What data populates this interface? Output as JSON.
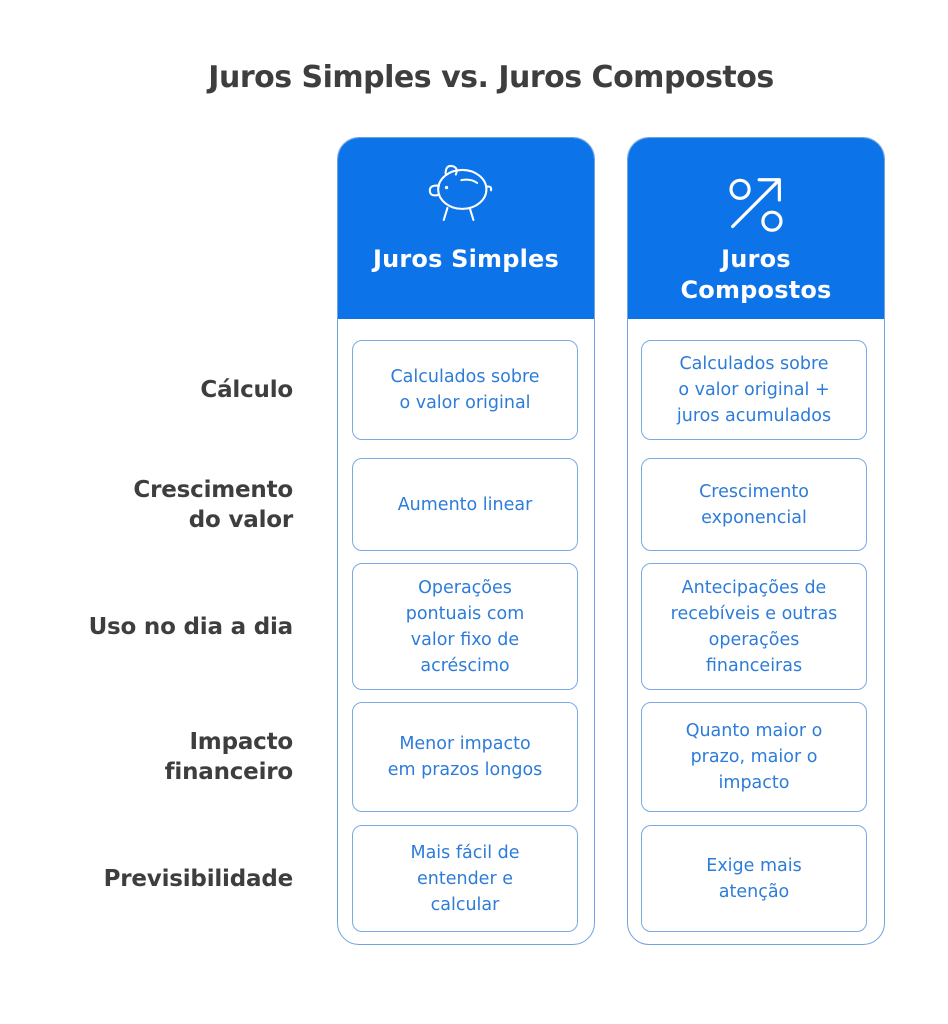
{
  "title": "Juros Simples vs. Juros Compostos",
  "colors": {
    "header_blue": "#0d73e9",
    "column_border_blue": "#6fa3e0",
    "cell_border_blue": "#79aae4",
    "cell_text_blue": "#2d7cd9",
    "heading_dark": "#3e3e3e",
    "background": "#ffffff"
  },
  "rows": [
    {
      "label": "Cálculo"
    },
    {
      "label": "Crescimento\ndo valor"
    },
    {
      "label": "Uso no dia a dia"
    },
    {
      "label": "Impacto\nfinanceiro"
    },
    {
      "label": "Previsibilidade"
    }
  ],
  "columns": [
    {
      "header": "Juros Simples",
      "icon": "piggy-bank-icon",
      "cells": [
        "Calculados sobre\no valor original",
        "Aumento linear",
        "Operações\npontuais com\nvalor fixo de\nacréscimo",
        "Menor impacto\nem prazos longos",
        "Mais fácil de\nentender e\ncalcular"
      ]
    },
    {
      "header": "Juros\nCompostos",
      "icon": "percent-growth-icon",
      "cells": [
        "Calculados sobre\no valor original +\njuros acumulados",
        "Crescimento\nexponencial",
        "Antecipações de\nrecebíveis e outras\noperações\nfinanceiras",
        "Quanto maior o\nprazo, maior o\nimpacto",
        "Exige mais\natenção"
      ]
    }
  ]
}
